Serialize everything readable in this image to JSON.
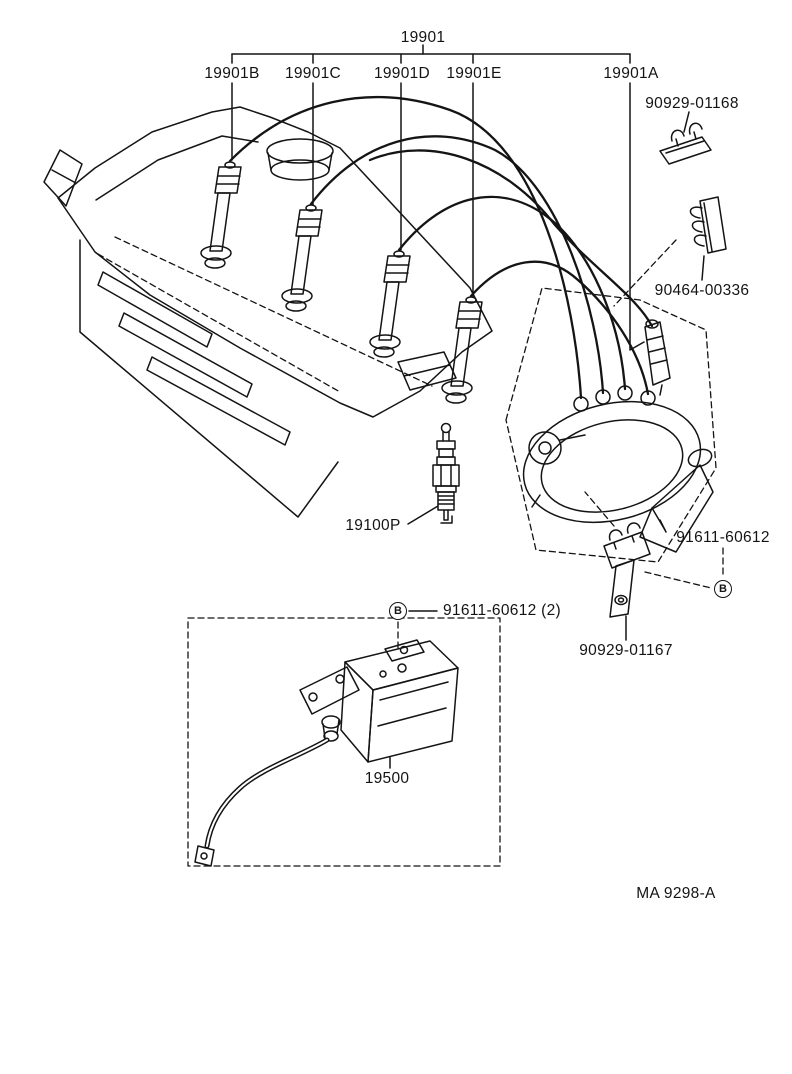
{
  "diagram": {
    "figure_code": "MA 9298-A",
    "parts": {
      "wire_set": "19901",
      "wire_no1": "19901B",
      "wire_no2": "19901C",
      "wire_no3": "19901D",
      "wire_no4": "19901E",
      "coil_wire": "19901A",
      "clamp_upper": "90929-01168",
      "clamp_lower": "90464-00336",
      "spark_plug": "19100P",
      "bolt": "91611-60612",
      "bolt_qty": "91611-60612 (2)",
      "coil_bracket": "90929-01167",
      "ignition_coil": "19500"
    },
    "markers": {
      "bolt_ref": "B"
    }
  }
}
